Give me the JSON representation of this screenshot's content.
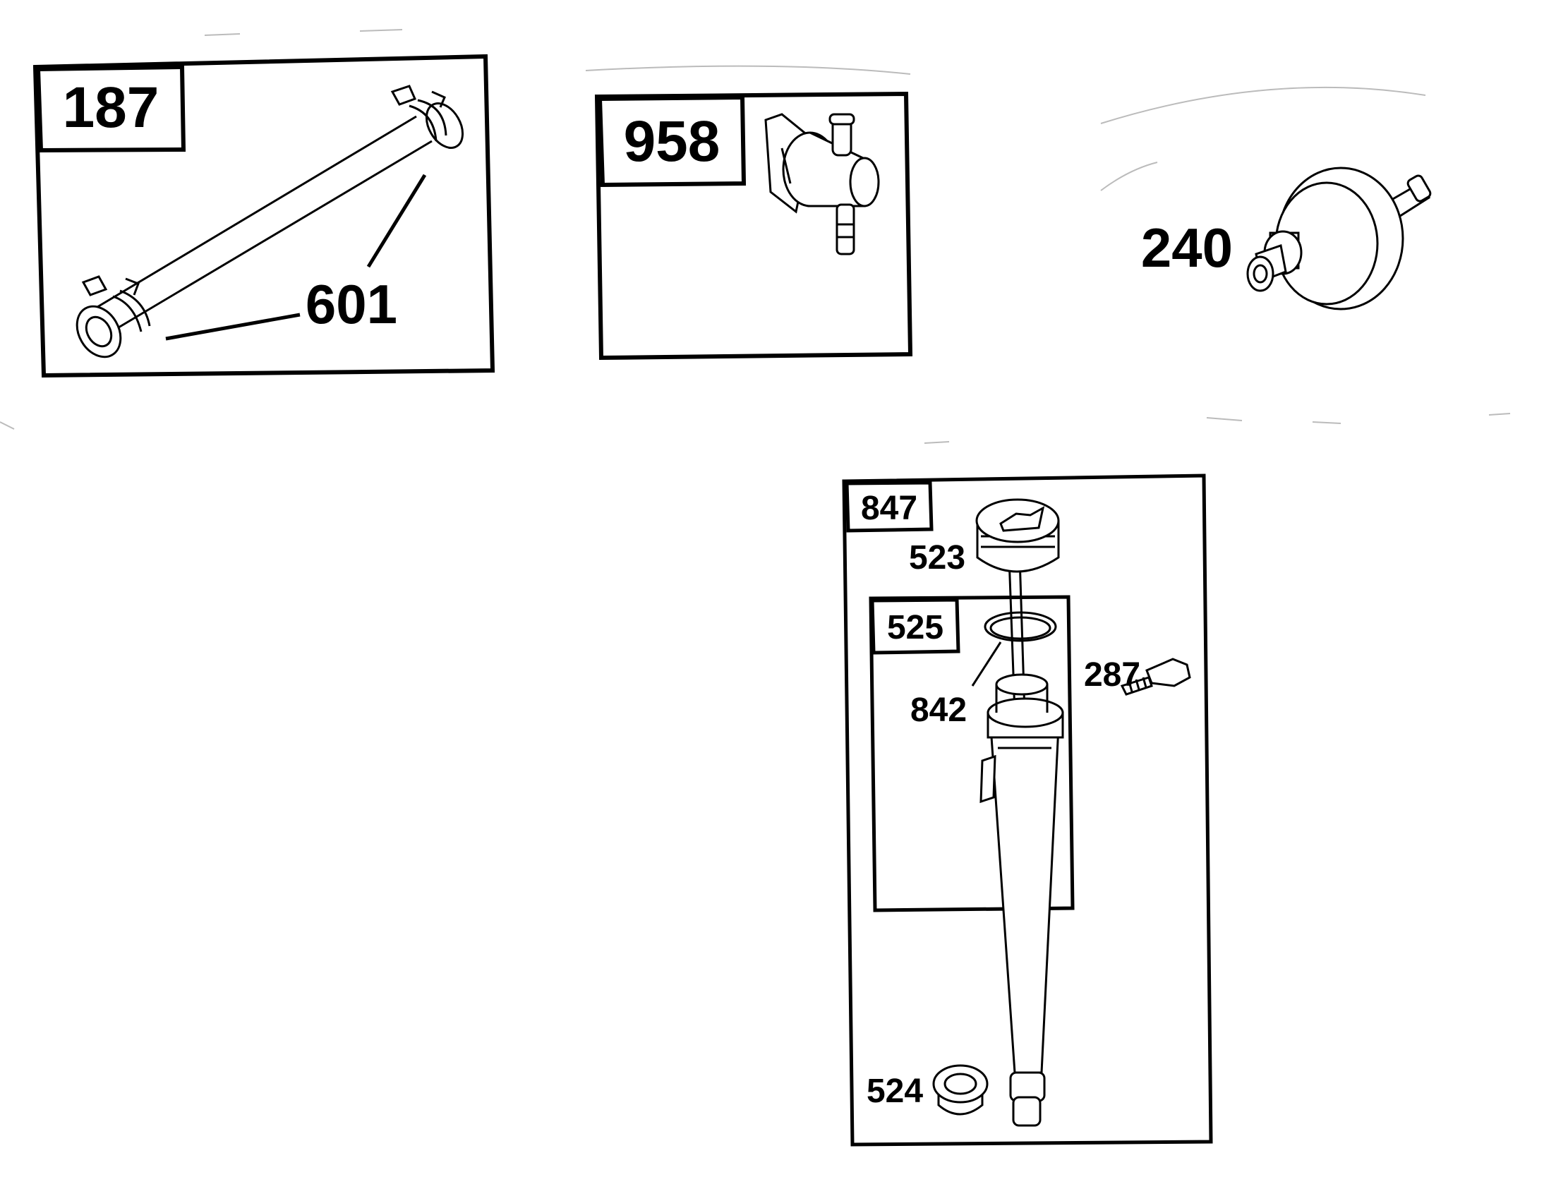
{
  "diagram": {
    "kits": {
      "fuel_line_kit": {
        "number": "187"
      },
      "shutoff_valve_kit": {
        "number": "958"
      },
      "dipstick_kit": {
        "number": "847"
      },
      "dipstick_tube_kit": {
        "number": "525"
      }
    },
    "parts": {
      "fuel_line": {
        "number": "601"
      },
      "fuel_filter": {
        "number": "240"
      },
      "dipstick": {
        "number": "523"
      },
      "o_ring": {
        "number": "842"
      },
      "screw": {
        "number": "287"
      },
      "grommet": {
        "number": "524"
      }
    },
    "colors": {
      "ink": "#000000",
      "paper": "#ffffff"
    }
  }
}
